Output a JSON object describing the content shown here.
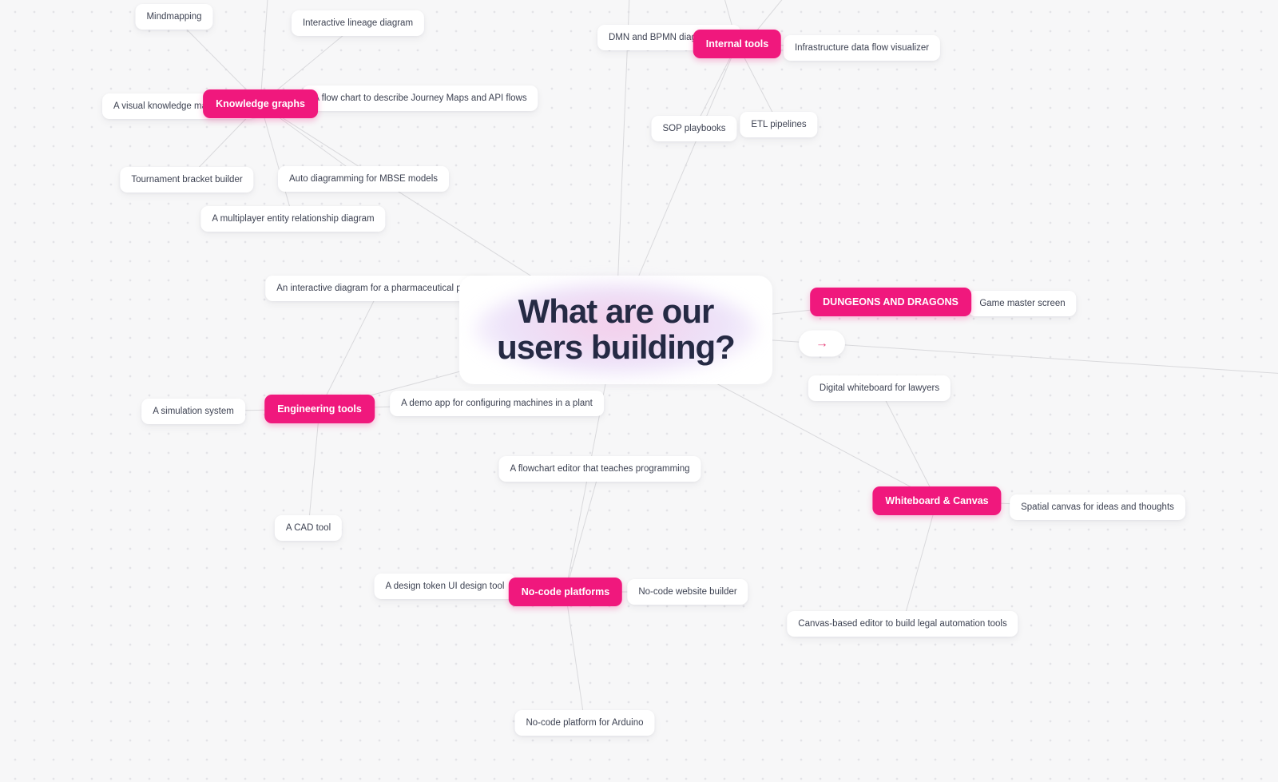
{
  "canvas": {
    "background_color": "#f7f7f8",
    "dot_color": "#e3e3e7",
    "line_color": "#d9d9dc",
    "accent_pink": "#f0187d",
    "title_color": "#252a44"
  },
  "central": {
    "title": "What are our users building?"
  },
  "categories": {
    "knowledge_graphs": "Knowledge graphs",
    "internal_tools": "Internal tools",
    "dungeons_and_dragons": "DUNGEONS AND DRAGONS",
    "engineering_tools": "Engineering tools",
    "whiteboard_canvas": "Whiteboard & Canvas",
    "nocode_platforms": "No-code platforms"
  },
  "leaves": {
    "mindmapping": "Mindmapping",
    "interactive_lineage": "Interactive lineage diagram",
    "dmn_bpmn": "DMN and BPMN diagram edit",
    "infrastructure_visualizer": "Infrastructure data flow visualizer",
    "sop_playbooks": "SOP playbooks",
    "etl_pipelines": "ETL pipelines",
    "journey_maps": "A flow chart to describe Journey Maps and API flows",
    "tournament_bracket": "Tournament bracket builder",
    "mbse_models": "Auto diagramming for MBSE models",
    "multiplayer_erd": "A multiplayer entity relationship diagram",
    "pharma_project": "An interactive diagram for a pharmaceutical project",
    "visual_knowledge": "A visual knowledge managemen",
    "simulation_system": "A simulation system",
    "demo_app": "A demo app for configuring machines in a plant",
    "flowchart_teaches": "A flowchart editor that teaches programming",
    "cad_tool": "A CAD tool",
    "design_token": "A design token UI design tool",
    "website_builder": "No-code website builder",
    "spatial_canvas": "Spatial canvas for ideas and thoughts",
    "lawyers_whiteboard": "Digital whiteboard for lawyers",
    "legal_automation": "Canvas-based editor to build legal automation tools",
    "arduino": "No-code platform for Arduino",
    "game_master": "Game master screen"
  },
  "connector": {
    "arrow": "→"
  }
}
